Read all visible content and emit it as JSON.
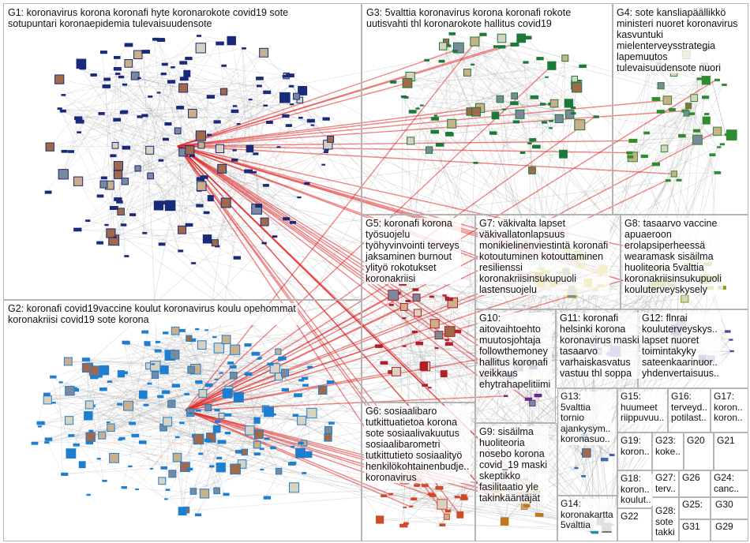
{
  "groups": [
    {
      "id": "G1",
      "text": "G1: koronavirus korona koronafi hyte koronarokote covid19 sote\nsotupuntari koronaepidemia tulevaisuudensote",
      "color": "#1a2a7a"
    },
    {
      "id": "G2",
      "text": "G2: koronafi covid19vaccine koulut koronavirus koulu opehommat\nkoronakriisi covid19 sote korona",
      "color": "#1e7fd0"
    },
    {
      "id": "G3",
      "text": "G3: 5valttia koronavirus korona koronafi rokote\nuutisvahti thl koronarokote hallitus covid19",
      "color": "#1a7a3a"
    },
    {
      "id": "G4",
      "text": "G4: sote kansliapäällikkö\nministeri nuoret koronavirus\nkasvuntuki\nmielenterveysstrategia\nlapemuutos\ntulevaisuudensote nuori",
      "color": "#2e8b2e"
    },
    {
      "id": "G5",
      "text": "G5: koronafi korona\ntyösuojelu\ntyöhyvinvointi terveys\njaksaminen burnout\nylityö rokotukset\nkoronakriisi",
      "color": "#b0202a"
    },
    {
      "id": "G6",
      "text": "G6: sosiaalibaro\ntutkittuatietoa korona\nsote sosiaalivakuutus\nsosiaalibarometri\ntutkittutieto sosiaalityö\nhenkilökohtainenbudje..\nkoronavirus",
      "color": "#d04a2a"
    },
    {
      "id": "G7",
      "text": "G7: väkivalta lapset\nväkivallatonlapsuus\nmonikielinenviestintä koronafi\nkotoutuminen kotouttaminen\nresilienssi\nkoronakriisinsukupuoli\nlastensuojelu",
      "color": "#c8b400"
    },
    {
      "id": "G8",
      "text": "G8: tasaarvo vaccine\napuaeroon\nerolapsiperheessä\nwearamask sisäilma\nhuoliteoria 5valttia\nkoronakriisinsukupuoli\nkouluterveyskysely",
      "color": "#8a9a10"
    },
    {
      "id": "G9",
      "text": "G9: sisäilma\nhuoliteoria\nnosebo korona\ncovid_19 maski\nskeptikko\nfasilitaatio yle\ntakinkääntäjät",
      "color": "#c07820"
    },
    {
      "id": "G10",
      "text": "G10:\naitovaihtoehto\nmuutosjohtaja\nfollowthemoney\nhallitus koronafi\nveikkaus\nehytrahapelitiimi",
      "color": "#6a2a8a"
    },
    {
      "id": "G11",
      "text": "G11: koronafi\nhelsinki korona\nkoronavirus maski\ntasaarvo\nvarhaiskasvatus\nvastuu thl soppa",
      "color": "#7a5ac0"
    },
    {
      "id": "G12",
      "text": "G12: flnrai\nkouluterveyskys..\nlapset nuoret\ntoimintakyky\nsateenkaarinuor..\nyhdenvertaisuus..",
      "color": "#4a4aa0"
    },
    {
      "id": "G13",
      "text": "G13:\n5valttia\ntornio\najankysym..\nkoronasuo..",
      "color": "#3a6ab0"
    },
    {
      "id": "G14",
      "text": "G14:\nkoronakartta\n5valttia",
      "color": "#2a8aa0"
    },
    {
      "id": "G15",
      "text": "G15:\nhuumeet\nriippuvuu..",
      "color": "#5a8a2a"
    },
    {
      "id": "G16",
      "text": "G16:\nterveyd..\npotilast..",
      "color": "#8a2a6a"
    },
    {
      "id": "G17",
      "text": "G17:\nkoron..\nkoron..",
      "color": "#c02a6a"
    },
    {
      "id": "G18",
      "text": "G18:\nkoron..\nkoulut..",
      "color": "#a06a2a"
    },
    {
      "id": "G19",
      "text": "G19:\nkoron..",
      "color": "#2a7aa0"
    },
    {
      "id": "G20",
      "text": "G20",
      "color": "#8a8a2a"
    },
    {
      "id": "G21",
      "text": "G21",
      "color": "#2a2a8a"
    },
    {
      "id": "G22",
      "text": "G22",
      "color": "#8a4a2a"
    },
    {
      "id": "G23",
      "text": "G23:\nkoke..",
      "color": "#4a8a8a"
    },
    {
      "id": "G24",
      "text": "G24:\ncanc..",
      "color": "#6a6a6a"
    },
    {
      "id": "G25",
      "text": "G25:",
      "color": "#a02a2a"
    },
    {
      "id": "G26",
      "text": "G26",
      "color": "#2a6a8a"
    },
    {
      "id": "G27",
      "text": "G27:\nterv..",
      "color": "#7a2a8a"
    },
    {
      "id": "G28",
      "text": "G28:\nsote\ntakki",
      "color": "#8a7a2a"
    },
    {
      "id": "G29",
      "text": "G29",
      "color": "#2a4a6a"
    },
    {
      "id": "G30",
      "text": "G30",
      "color": "#4a2a2a"
    },
    {
      "id": "G31",
      "text": "G31",
      "color": "#2a8a4a"
    }
  ]
}
